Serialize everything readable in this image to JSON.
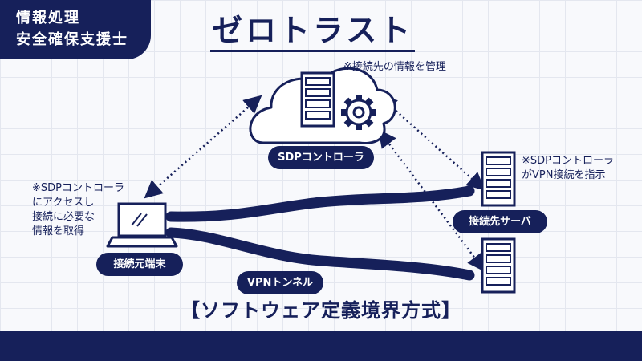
{
  "badge": {
    "line1": "情報処理",
    "line2": "安全確保支援士"
  },
  "title": "ゼロトラスト",
  "nodes": {
    "controller": "SDPコントローラ",
    "server": "接続先サーバ",
    "client": "接続元端末",
    "tunnel": "VPNトンネル"
  },
  "notes": {
    "controller": "※接続先の情報を管理",
    "server_line1": "※SDPコントローラ",
    "server_line2": "がVPN接続を指示",
    "client_line1": "※SDPコントローラ",
    "client_line2": "にアクセスし",
    "client_line3": "接続に必要な",
    "client_line4": "情報を取得"
  },
  "method": "【ソフトウェア定義境界方式】",
  "colors": {
    "navy": "#16205a",
    "background": "#f8f9fc",
    "grid": "#e4e7ef"
  },
  "icons": [
    "cloud-icon",
    "server-rack-icon",
    "gear-icon",
    "laptop-icon"
  ]
}
